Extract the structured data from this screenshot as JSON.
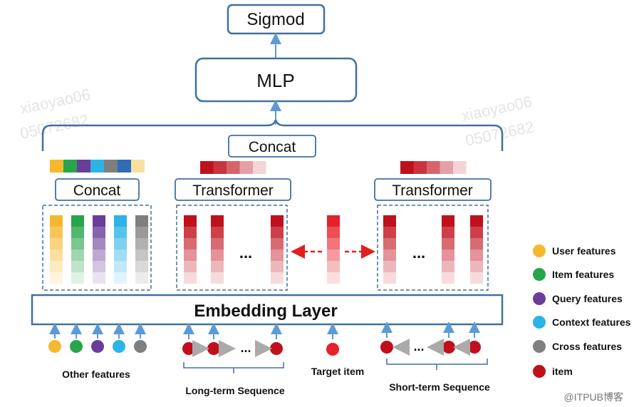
{
  "boxes": {
    "sigmod": "Sigmod",
    "mlp": "MLP",
    "concat_top": "Concat",
    "concat_left": "Concat",
    "transformer_left": "Transformer",
    "transformer_right": "Transformer",
    "embedding": "Embedding Layer"
  },
  "ellipsis": "...",
  "bottom_labels": {
    "other": "Other features",
    "long": "Long-term Sequence",
    "target": "Target item",
    "short": "Short-term Sequence"
  },
  "legend": [
    {
      "label": "User features",
      "color": "#f5b82e"
    },
    {
      "label": "Item features",
      "color": "#27a54a"
    },
    {
      "label": "Query features",
      "color": "#6a3d9a"
    },
    {
      "label": "Context features",
      "color": "#2db4e6"
    },
    {
      "label": "Cross features",
      "color": "#7f7f7f"
    },
    {
      "label": "item",
      "color": "#c0101c"
    }
  ],
  "watermarks": {
    "left": "xiaoyao06",
    "left2": "05072682",
    "right": "xiaoyao06",
    "right2": "05072682",
    "credit": "@ITPUB博客"
  },
  "colors": {
    "box_border": "#41719c",
    "arrow": "#5b9bd5",
    "red": "#c0101c",
    "dashed_arrow": "#e02020"
  }
}
